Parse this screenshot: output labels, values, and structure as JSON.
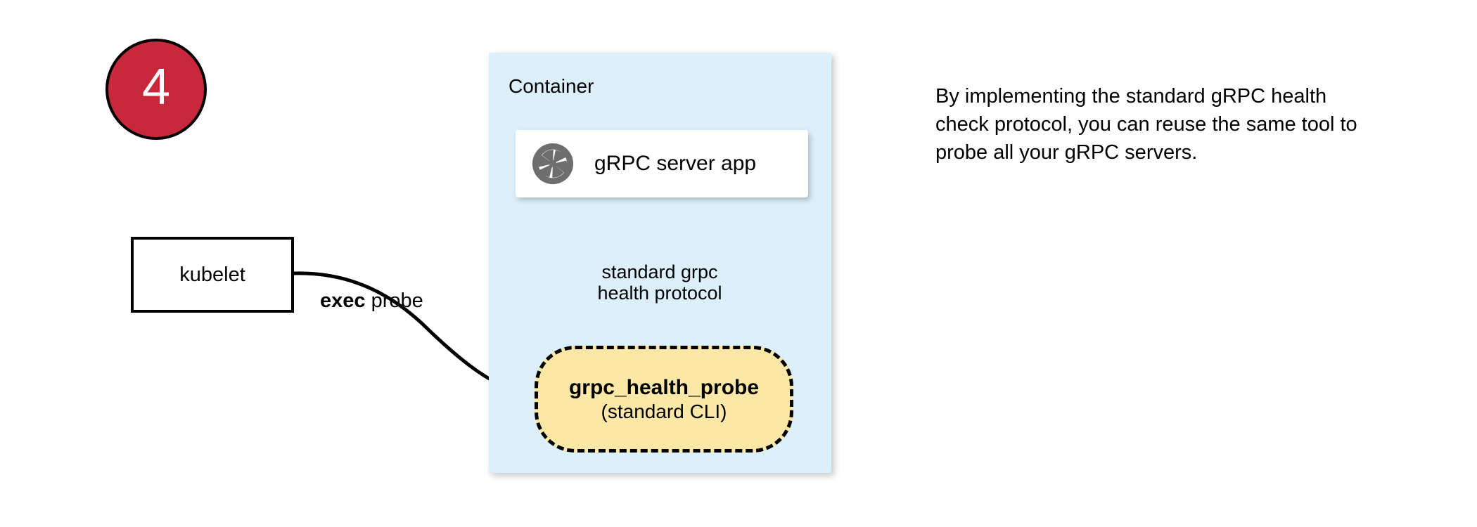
{
  "step": {
    "number": "4",
    "fill_color": "#C8283C",
    "border_color": "#000000",
    "text_color": "#FFFFFF"
  },
  "container": {
    "label": "Container",
    "fill_color": "#DCF0FB"
  },
  "server_card": {
    "icon": "grpc-aperture-icon",
    "icon_color": "#6E6E6E",
    "label": "gRPC server app",
    "fill_color": "#FFFFFF"
  },
  "kubelet": {
    "label": "kubelet",
    "fill_color": "#FFFFFF",
    "border_color": "#000000"
  },
  "edges": {
    "exec_probe": {
      "bold_part": "exec",
      "rest": " probe"
    },
    "protocol": {
      "line1": "standard grpc",
      "line2": "health protocol"
    }
  },
  "probe_node": {
    "title": "grpc_health_probe",
    "subtitle": "(standard CLI)",
    "fill_color": "#FCE8A6",
    "border_color": "#000000",
    "border_style": "dashed"
  },
  "annotation": {
    "text": "By implementing the standard gRPC health check protocol, you can reuse the same tool to probe all your gRPC servers."
  }
}
